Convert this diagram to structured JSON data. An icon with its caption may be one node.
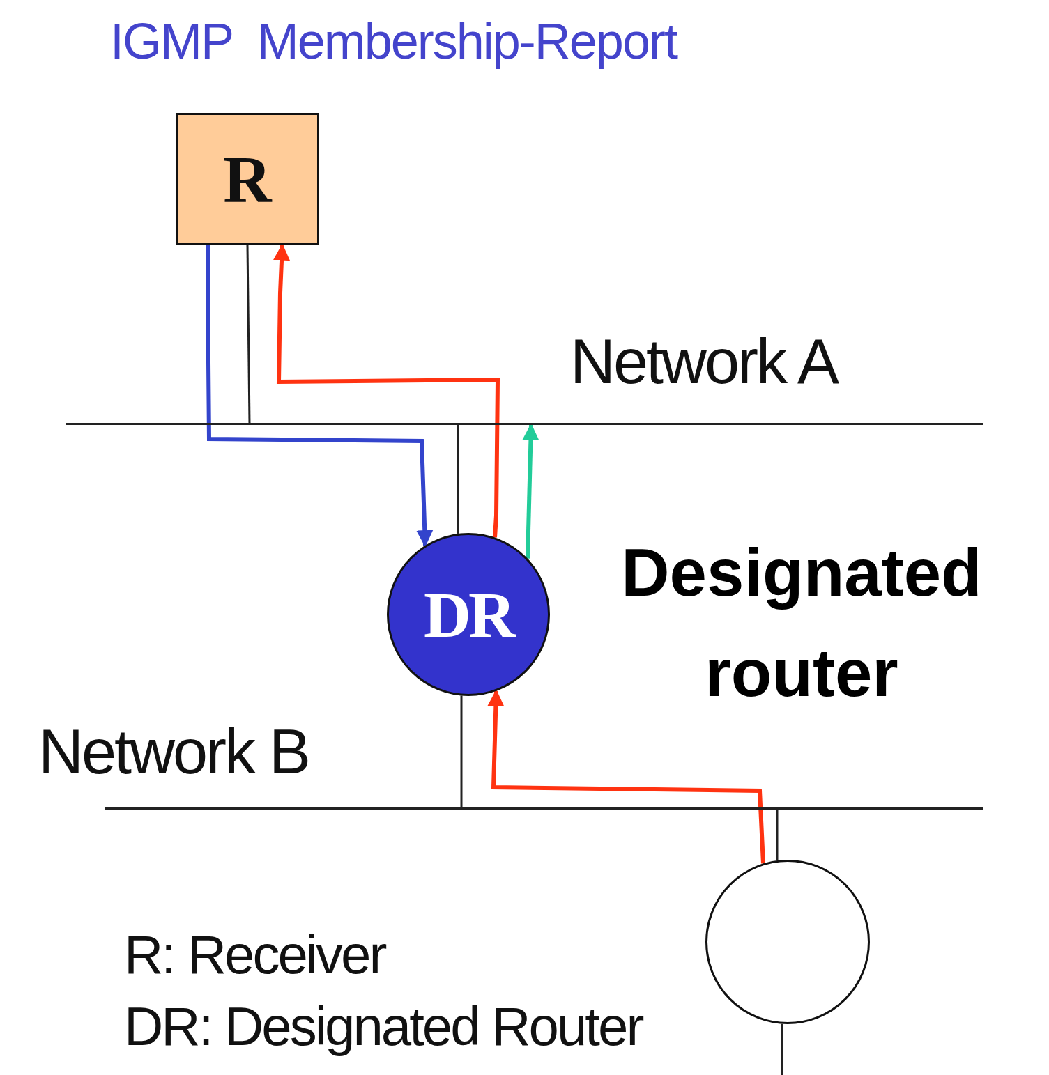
{
  "diagram": {
    "title": "IGMP  Membership-Report",
    "nodes": [
      {
        "text": [
          "R"
        ]
      },
      {
        "text": [
          "Network A"
        ]
      },
      {
        "text": [
          "DR"
        ],
        "beside": [
          "Designated router"
        ]
      },
      {
        "text": [
          "Network B"
        ]
      },
      {
        "text": [],
        "shape": "circle"
      }
    ],
    "edges": [
      {
        "from": 0,
        "to": 1,
        "arrow": "none"
      },
      {
        "from": 1,
        "to": 2,
        "arrow": "none"
      },
      {
        "from": 2,
        "to": 3,
        "arrow": "none"
      },
      {
        "from": 3,
        "to": 4,
        "arrow": "none"
      },
      {
        "from": 4,
        "to": null,
        "arrow": "none"
      },
      {
        "from": 0,
        "to": 2,
        "arrow": "to",
        "style": "thick",
        "color": "#3344cc"
      },
      {
        "from": 2,
        "to": 0,
        "arrow": "to",
        "style": "thick",
        "color": "#ff3311"
      },
      {
        "from": 2,
        "to": 1,
        "arrow": "to",
        "style": "thick",
        "color": "#22cc99"
      },
      {
        "from": 4,
        "to": 2,
        "arrow": "to",
        "style": "thick",
        "color": "#ff3311"
      }
    ],
    "labels": [
      "R: Receiver",
      "DR: Designated Router"
    ]
  }
}
